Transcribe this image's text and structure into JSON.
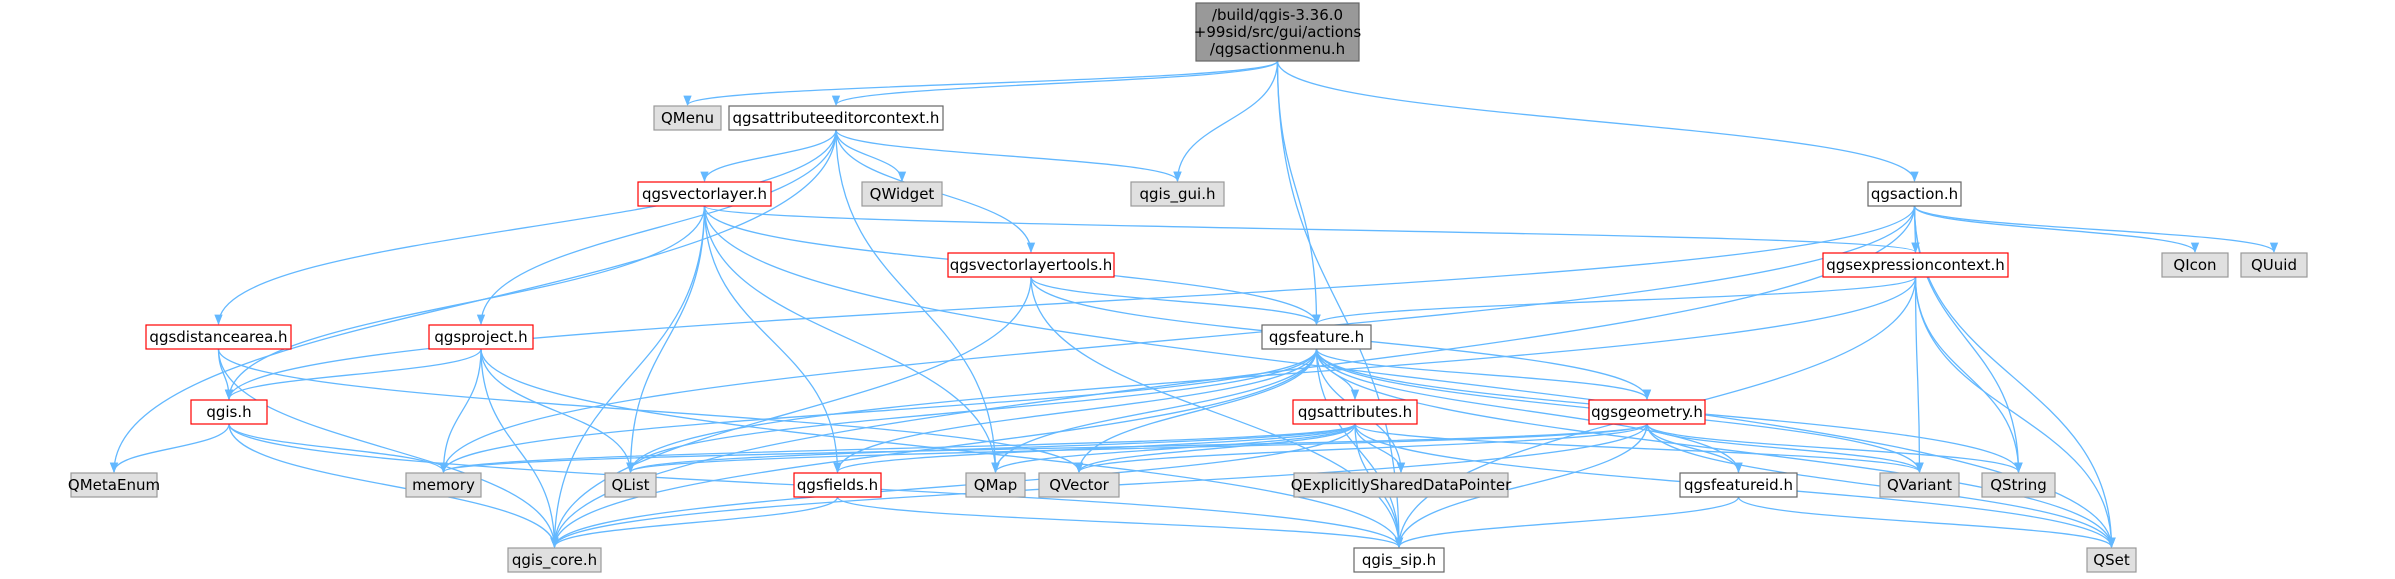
{
  "colors": {
    "root_fill": "#999999",
    "root_border": "#666666",
    "node_fill": "#ffffff",
    "doc_border": "#ff0000",
    "plain_border": "#666666",
    "external_fill": "#e0e0e0",
    "external_border": "#999999",
    "edge": "#63b8ff"
  },
  "nodes": [
    {
      "id": "root",
      "label": "/build/qgis-3.36.0\n+99sid/src/gui/actions\n/qgsactionmenu.h",
      "kind": "root"
    },
    {
      "id": "qmenu",
      "label": "QMenu",
      "kind": "external"
    },
    {
      "id": "qgsattributeeditorcontext",
      "label": "qgsattributeeditorcontext.h",
      "kind": "plain"
    },
    {
      "id": "qgis_gui",
      "label": "qgis_gui.h",
      "kind": "external"
    },
    {
      "id": "qwidget",
      "label": "QWidget",
      "kind": "external"
    },
    {
      "id": "qgsvectorlayer",
      "label": "qgsvectorlayer.h",
      "kind": "doc"
    },
    {
      "id": "qgsaction",
      "label": "qgsaction.h",
      "kind": "plain"
    },
    {
      "id": "qicon",
      "label": "QIcon",
      "kind": "external"
    },
    {
      "id": "quuid",
      "label": "QUuid",
      "kind": "external"
    },
    {
      "id": "qgsexpressioncontext",
      "label": "qgsexpressioncontext.h",
      "kind": "doc"
    },
    {
      "id": "qgsvectorlayertools",
      "label": "qgsvectorlayertools.h",
      "kind": "doc"
    },
    {
      "id": "qgsdistancearea",
      "label": "qgsdistancearea.h",
      "kind": "doc"
    },
    {
      "id": "qgsproject",
      "label": "qgsproject.h",
      "kind": "doc"
    },
    {
      "id": "qgsfeature",
      "label": "qgsfeature.h",
      "kind": "plain"
    },
    {
      "id": "qgis",
      "label": "qgis.h",
      "kind": "doc"
    },
    {
      "id": "qgsattributes",
      "label": "qgsattributes.h",
      "kind": "doc"
    },
    {
      "id": "qgsgeometry",
      "label": "qgsgeometry.h",
      "kind": "doc"
    },
    {
      "id": "qmetaenum",
      "label": "QMetaEnum",
      "kind": "external"
    },
    {
      "id": "memory",
      "label": "memory",
      "kind": "external"
    },
    {
      "id": "qlist",
      "label": "QList",
      "kind": "external"
    },
    {
      "id": "qgsfields",
      "label": "qgsfields.h",
      "kind": "doc"
    },
    {
      "id": "qmap",
      "label": "QMap",
      "kind": "external"
    },
    {
      "id": "qvector",
      "label": "QVector",
      "kind": "external"
    },
    {
      "id": "qexplicitly",
      "label": "QExplicitlySharedDataPointer",
      "kind": "external"
    },
    {
      "id": "qgsfeatureid",
      "label": "qgsfeatureid.h",
      "kind": "plain"
    },
    {
      "id": "qvariant",
      "label": "QVariant",
      "kind": "external"
    },
    {
      "id": "qstring",
      "label": "QString",
      "kind": "external"
    },
    {
      "id": "qgis_core",
      "label": "qgis_core.h",
      "kind": "external"
    },
    {
      "id": "qgis_sip",
      "label": "qgis_sip.h",
      "kind": "plain"
    },
    {
      "id": "qset",
      "label": "QSet",
      "kind": "external"
    }
  ],
  "edges": [
    [
      "root",
      "qmenu"
    ],
    [
      "root",
      "qgsattributeeditorcontext"
    ],
    [
      "root",
      "qgis_gui"
    ],
    [
      "root",
      "qgsfeature"
    ],
    [
      "root",
      "qgsaction"
    ],
    [
      "root",
      "qgis_sip"
    ],
    [
      "qgsattributeeditorcontext",
      "qgis_gui"
    ],
    [
      "qgsattributeeditorcontext",
      "qwidget"
    ],
    [
      "qgsattributeeditorcontext",
      "qgsvectorlayer"
    ],
    [
      "qgsattributeeditorcontext",
      "qgsvectorlayertools"
    ],
    [
      "qgsattributeeditorcontext",
      "qgsdistancearea"
    ],
    [
      "qgsattributeeditorcontext",
      "qgsproject"
    ],
    [
      "qgsattributeeditorcontext",
      "qmetaenum"
    ],
    [
      "qgsattributeeditorcontext",
      "qmap"
    ],
    [
      "qgsvectorlayer",
      "qgsexpressioncontext"
    ],
    [
      "qgsvectorlayer",
      "qgsfeature"
    ],
    [
      "qgsvectorlayer",
      "qgis"
    ],
    [
      "qgsvectorlayer",
      "qlist"
    ],
    [
      "qgsvectorlayer",
      "qgsfields"
    ],
    [
      "qgsvectorlayer",
      "qmap"
    ],
    [
      "qgsvectorlayer",
      "qgis_core"
    ],
    [
      "qgsvectorlayer",
      "qset"
    ],
    [
      "qgsaction",
      "qgsexpressioncontext"
    ],
    [
      "qgsaction",
      "qicon"
    ],
    [
      "qgsaction",
      "quuid"
    ],
    [
      "qgsaction",
      "qstring"
    ],
    [
      "qgsaction",
      "qset"
    ],
    [
      "qgsaction",
      "qgis_core"
    ],
    [
      "qgsaction",
      "memory"
    ],
    [
      "qgsaction",
      "qgis"
    ],
    [
      "qgsexpressioncontext",
      "qgsfeature"
    ],
    [
      "qgsexpressioncontext",
      "qvariant"
    ],
    [
      "qgsexpressioncontext",
      "qstring"
    ],
    [
      "qgsexpressioncontext",
      "qset"
    ],
    [
      "qgsexpressioncontext",
      "qgis_sip"
    ],
    [
      "qgsexpressioncontext",
      "qlist"
    ],
    [
      "qgsvectorlayertools",
      "qgsfeature"
    ],
    [
      "qgsvectorlayertools",
      "qgsgeometry"
    ],
    [
      "qgsvectorlayertools",
      "qgis_core"
    ],
    [
      "qgsvectorlayertools",
      "qgis_sip"
    ],
    [
      "qgsdistancearea",
      "qgis"
    ],
    [
      "qgsdistancearea",
      "qgis_core"
    ],
    [
      "qgsdistancearea",
      "qvector"
    ],
    [
      "qgsproject",
      "qgis"
    ],
    [
      "qgsproject",
      "memory"
    ],
    [
      "qgsproject",
      "qlist"
    ],
    [
      "qgsproject",
      "qgis_core"
    ],
    [
      "qgsproject",
      "qgis_sip"
    ],
    [
      "qgsfeature",
      "qgsattributes"
    ],
    [
      "qgsfeature",
      "qgsgeometry"
    ],
    [
      "qgsfeature",
      "qgsfeatureid"
    ],
    [
      "qgsfeature",
      "qgsfields"
    ],
    [
      "qgsfeature",
      "qmap"
    ],
    [
      "qgsfeature",
      "qvector"
    ],
    [
      "qgsfeature",
      "qexplicitly"
    ],
    [
      "qgsfeature",
      "qvariant"
    ],
    [
      "qgsfeature",
      "qstring"
    ],
    [
      "qgsfeature",
      "qset"
    ],
    [
      "qgsfeature",
      "qgis_core"
    ],
    [
      "qgsfeature",
      "qgis_sip"
    ],
    [
      "qgsfeature",
      "memory"
    ],
    [
      "qgsfeature",
      "qlist"
    ],
    [
      "qgis",
      "qmetaenum"
    ],
    [
      "qgis",
      "memory"
    ],
    [
      "qgis",
      "qgis_core"
    ],
    [
      "qgis",
      "qgis_sip"
    ],
    [
      "qgsattributes",
      "qmap"
    ],
    [
      "qgsattributes",
      "qvector"
    ],
    [
      "qgsattributes",
      "qvariant"
    ],
    [
      "qgsattributes",
      "qexplicitly"
    ],
    [
      "qgsattributes",
      "qgis_core"
    ],
    [
      "qgsattributes",
      "qgis_sip"
    ],
    [
      "qgsattributes",
      "qset"
    ],
    [
      "qgsattributes",
      "qlist"
    ],
    [
      "qgsattributes",
      "memory"
    ],
    [
      "qgsattributes",
      "qgsfields"
    ],
    [
      "qgsgeometry",
      "qgsfeatureid"
    ],
    [
      "qgsgeometry",
      "qvariant"
    ],
    [
      "qgsgeometry",
      "qstring"
    ],
    [
      "qgsgeometry",
      "qset"
    ],
    [
      "qgsgeometry",
      "qgis_core"
    ],
    [
      "qgsgeometry",
      "qgis_sip"
    ],
    [
      "qgsgeometry",
      "qvector"
    ],
    [
      "qgsgeometry",
      "qlist"
    ],
    [
      "qgsgeometry",
      "memory"
    ],
    [
      "qgsfields",
      "qgis_core"
    ],
    [
      "qgsfields",
      "qgis_sip"
    ],
    [
      "qgsfeatureid",
      "qset"
    ],
    [
      "qgsfeatureid",
      "qgis_sip"
    ]
  ]
}
